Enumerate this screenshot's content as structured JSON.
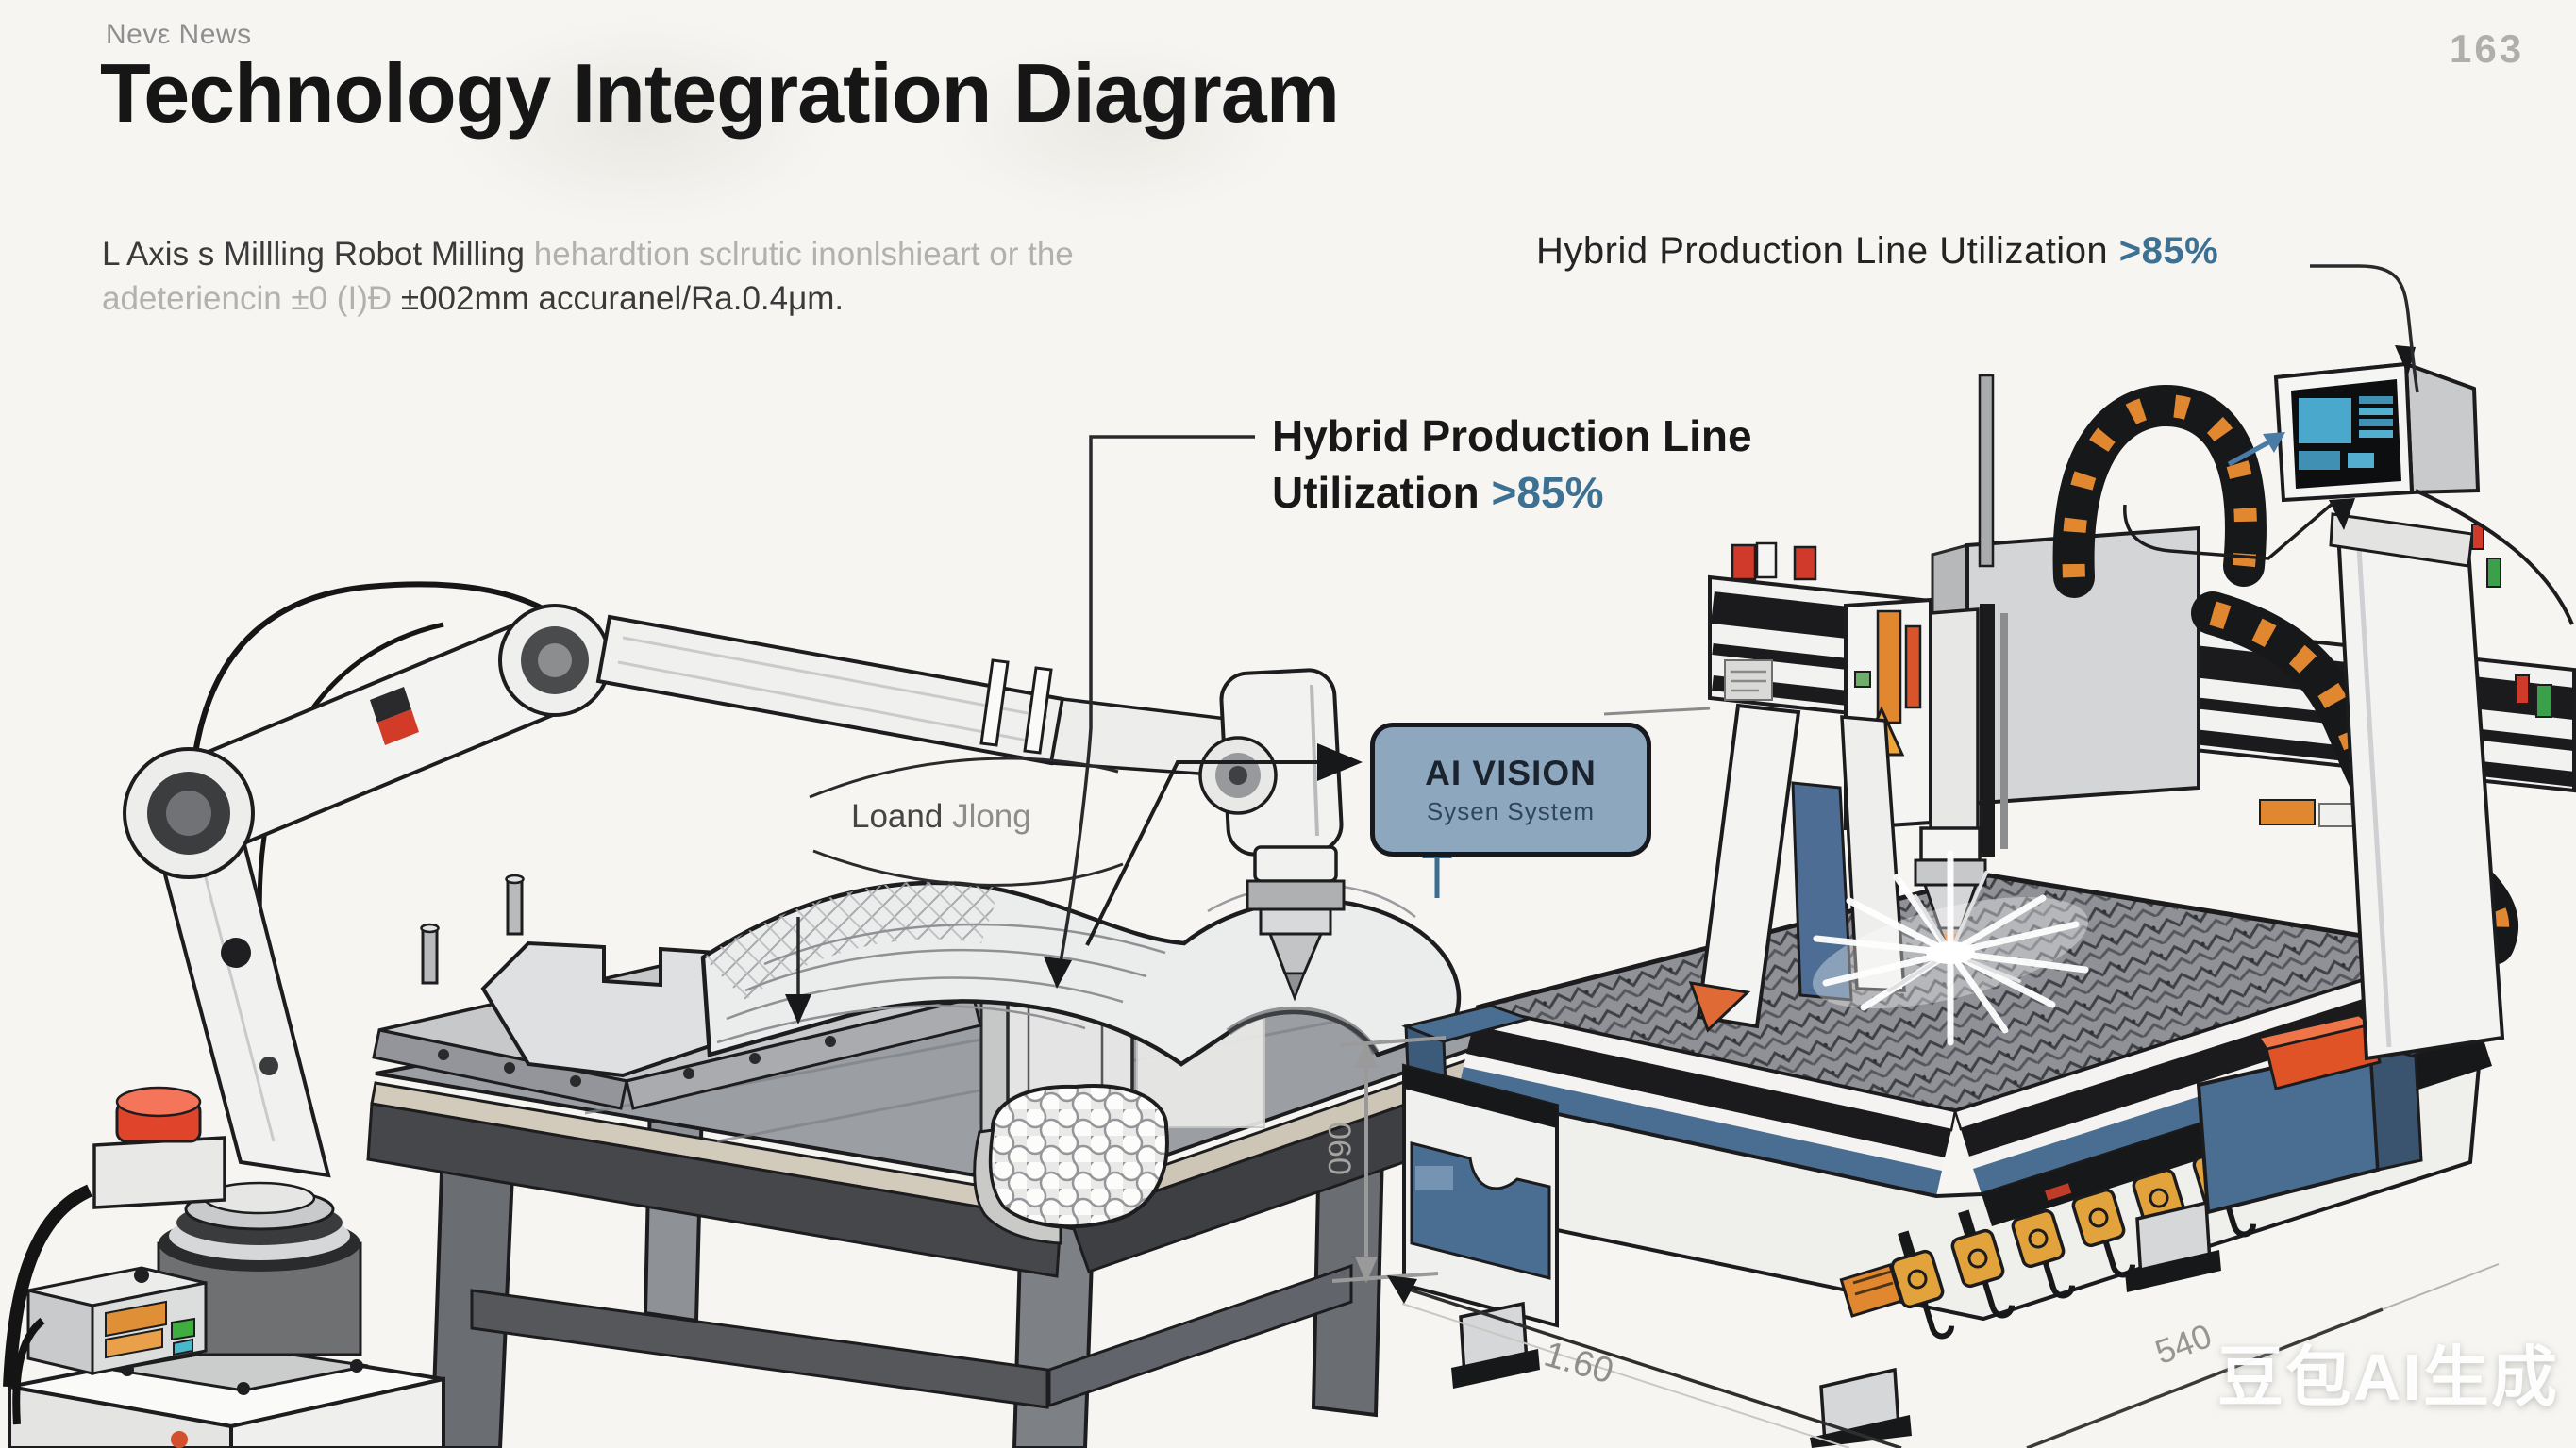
{
  "page": {
    "background": "#f6f5f2",
    "watermark": "豆包AI生成"
  },
  "header": {
    "brand": "Nevε News",
    "title": "Technology Integration Diagram",
    "page_number": "163"
  },
  "subtitle": {
    "line1_dark": "L Axis s Millling Robot Milling ",
    "line1_light": "hehardtion sclrutic inonlshieart or the",
    "line2_light": "adeteriencin ±0 (I)Ð ",
    "line2_dark": "±002mm accuranel/Ra.0.4μm."
  },
  "labels": {
    "top_right": {
      "text": "Hybrid Production Line Utilization ",
      "value": ">85%"
    },
    "callout": {
      "line1": "Hybrid Production Line",
      "line2": "Utilization ",
      "value": ">85%"
    },
    "load": {
      "dark": "Loand ",
      "light": "Jlong"
    },
    "ai_box": {
      "title": "AI VISION",
      "subtitle": "Sysen System"
    }
  },
  "dimensions": {
    "height_label": "090",
    "width_label": "1.60",
    "depth_label": "540"
  },
  "colors": {
    "accent_blue": "#3c7194",
    "machine_blue": "#4a6d92",
    "ai_box_fill": "#8ca7be",
    "chain_orange": "#e0872f",
    "alert_orange": "#e05326",
    "warning_yellow": "#f0a43c",
    "line_black": "#1d1d1f",
    "dim_gray": "#9a9a9a",
    "background": "#f6f5f2"
  }
}
